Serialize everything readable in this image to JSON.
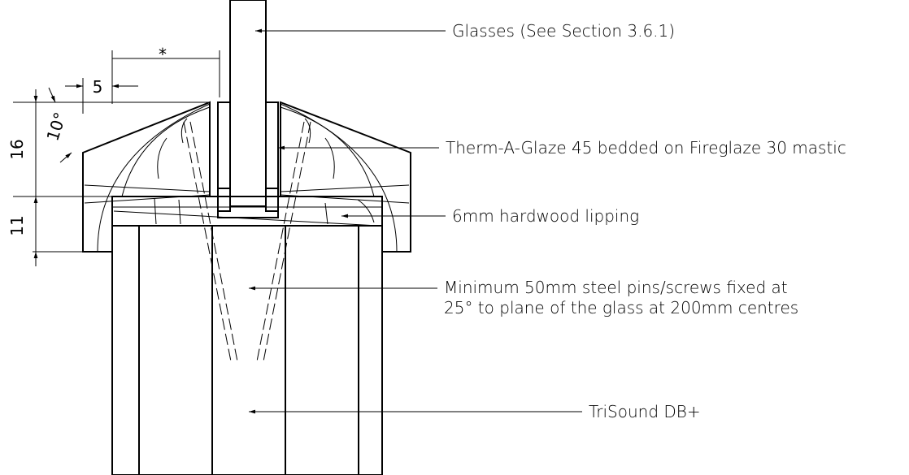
{
  "labels": {
    "glasses": "Glasses (See Section 3.6.1)",
    "glaze": "Therm-A-Glaze 45 bedded on Fireglaze 30 mastic",
    "lipping": "6mm hardwood lipping",
    "pins_line1": "Minimum 50mm steel pins/screws fixed at",
    "pins_line2": "25° to plane of the glass at 200mm centres",
    "core": "TriSound DB+"
  },
  "dimensions": {
    "offset": "5",
    "star": "*",
    "height_bead": "16",
    "height_lipping": "11",
    "angle": "10°"
  }
}
